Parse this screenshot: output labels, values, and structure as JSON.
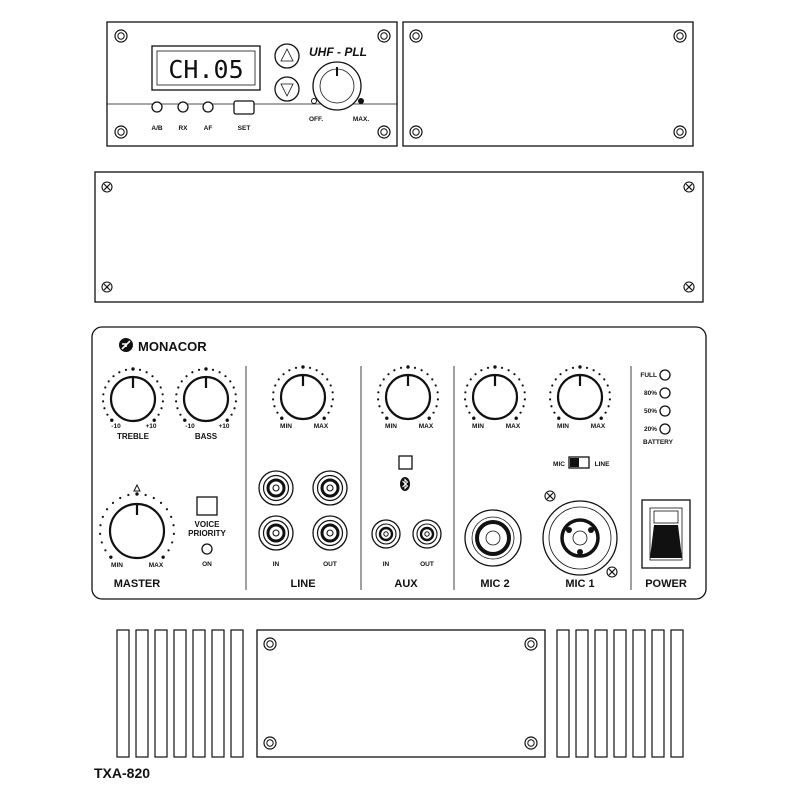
{
  "receiver": {
    "display": "CH.05",
    "title": "UHF - PLL",
    "leds": [
      "A/B",
      "RX",
      "AF"
    ],
    "set_label": "SET",
    "knob_off": "OFF.",
    "knob_max": "MAX."
  },
  "panel": {
    "brand": "MONACOR",
    "treble_label": "TREBLE",
    "bass_label": "BASS",
    "minus10": "-10",
    "plus10": "+10",
    "min": "MIN",
    "max": "MAX",
    "master_label": "MASTER",
    "voice_priority_line1": "VOICE",
    "voice_priority_line2": "PRIORITY",
    "on_label": "ON",
    "line_label": "LINE",
    "in_label": "IN",
    "out_label": "OUT",
    "aux_label": "AUX",
    "mic2_label": "MIC 2",
    "mic1_label": "MIC 1",
    "switch_mic": "MIC",
    "switch_line": "LINE",
    "battery_levels": [
      "FULL",
      "80%",
      "50%",
      "20%"
    ],
    "battery_label": "BATTERY",
    "power_label": "POWER"
  },
  "model": "TXA-820"
}
